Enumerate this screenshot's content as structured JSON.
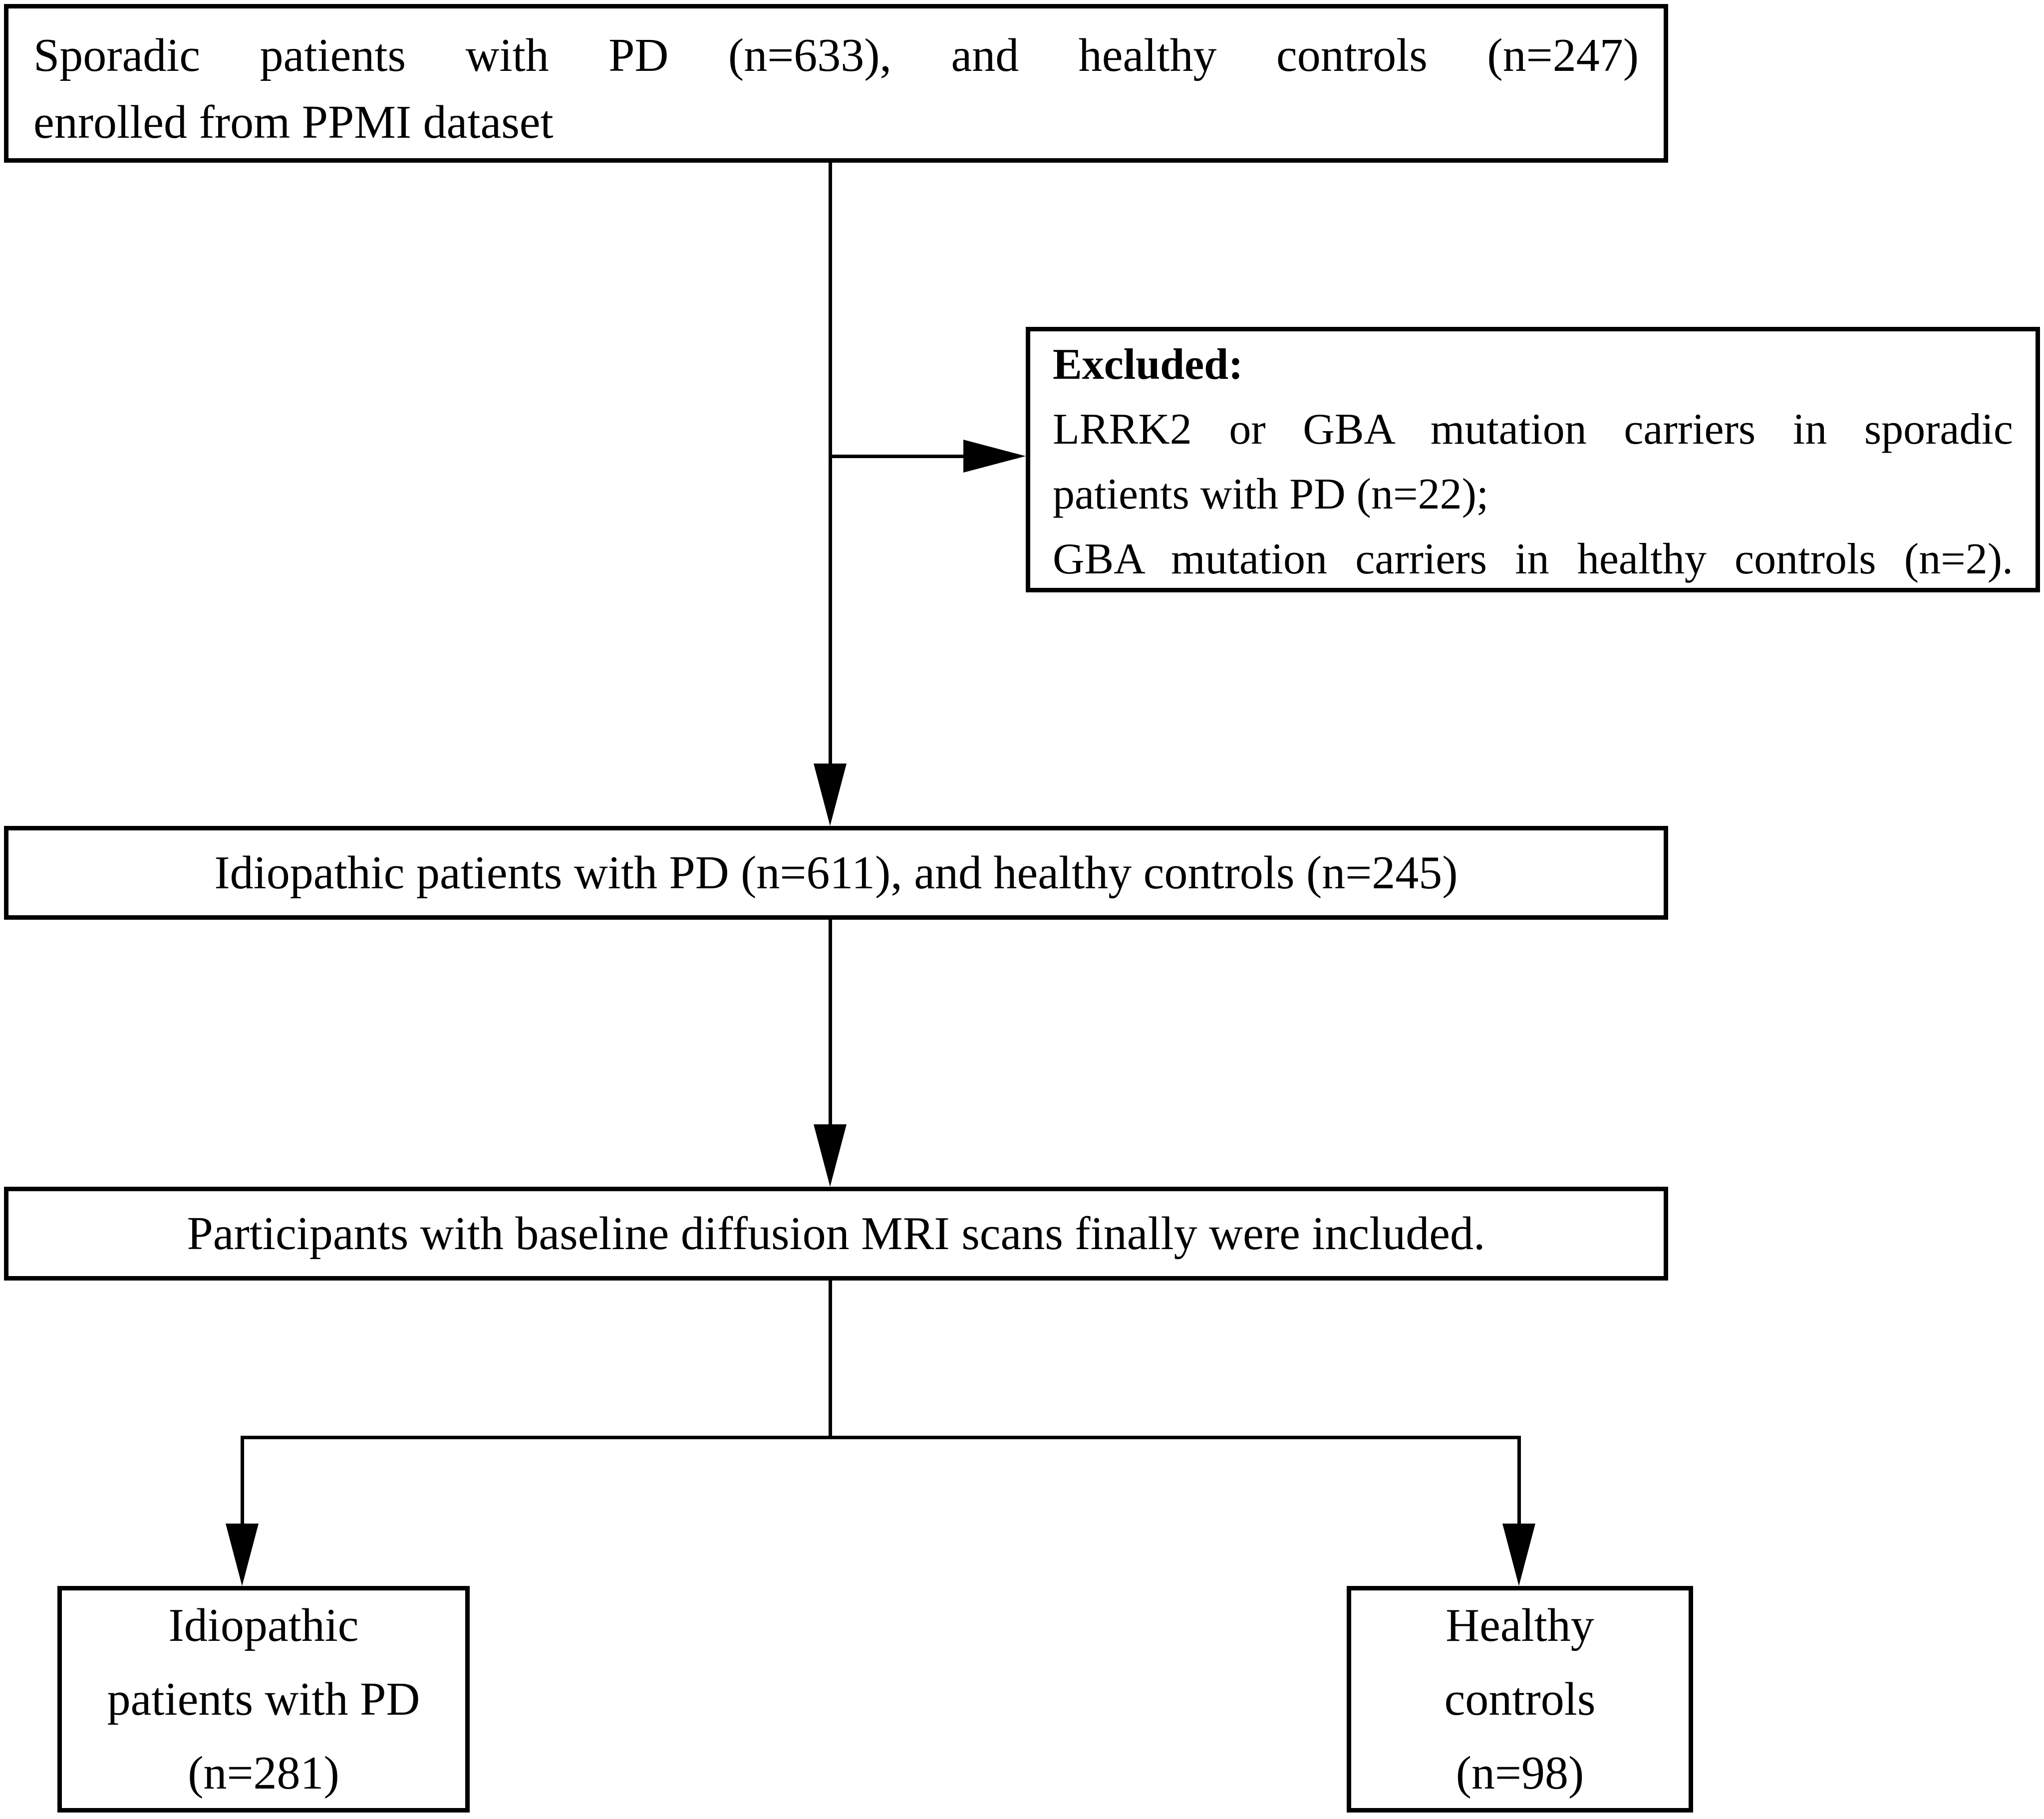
{
  "page": {
    "background_color": "#ffffff",
    "ink_color": "#000000"
  },
  "flowchart": {
    "enrollment_box": {
      "line1": "Sporadic patients with PD (n=633), and healthy controls (n=247)",
      "line2": "enrolled from PPMI dataset"
    },
    "excluded_box": {
      "heading": "Excluded:",
      "line1": "LRRK2 or GBA mutation carriers in sporadic",
      "line2": "patients with PD (n=22);",
      "line3": "GBA mutation carriers in healthy controls (n=2)."
    },
    "idiopathic_box": {
      "text": "Idiopathic patients with PD (n=611), and healthy controls (n=245)"
    },
    "included_box": {
      "text": "Participants with baseline diffusion MRI scans finally were included."
    },
    "final_pd_box": {
      "line1": "Idiopathic",
      "line2": "patients with PD",
      "line3": "(n=281)"
    },
    "final_hc_box": {
      "line1": "Healthy",
      "line2": "controls",
      "line3": "(n=98)"
    }
  }
}
